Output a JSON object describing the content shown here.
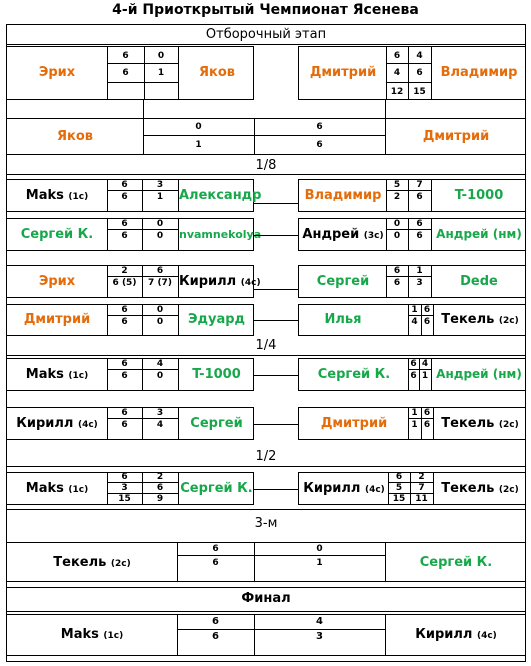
{
  "title": "4-й Приоткрытый Чемпионат Ясенева",
  "rounds": {
    "qual": "Отборочный этап",
    "r16": "1/8",
    "qf": "1/4",
    "sf": "1/2",
    "third": "3-м",
    "final": "Финал"
  },
  "qual": {
    "erikh": "Эрих",
    "yakov": "Яков",
    "dmitry": "Дмитрий",
    "vladimir": "Владимир",
    "m1_s1": "6",
    "m1_s2": "0",
    "m1_s3": "6",
    "m1_s4": "1",
    "m2_s1": "6",
    "m2_s2": "4",
    "m2_s3": "4",
    "m2_s4": "6",
    "m2_s5": "12",
    "m2_s6": "15",
    "p_yakov": "Яков",
    "p_dmitry": "Дмитрий",
    "p_s1": "0",
    "p_s2": "6",
    "p_s3": "1",
    "p_s4": "6"
  },
  "r16": {
    "maks": "Maks",
    "maks_seed": "(1с)",
    "alexandr": "Александр",
    "a_s1": "6",
    "a_s2": "3",
    "a_s3": "6",
    "a_s4": "1",
    "vladimir": "Владимир",
    "t1000": "T-1000",
    "b_s1": "5",
    "b_s2": "7",
    "b_s3": "2",
    "b_s4": "6",
    "sergeyk": "Сергей К.",
    "nvamne": "nvamnekolya",
    "c_s1": "6",
    "c_s2": "0",
    "c_s3": "6",
    "c_s4": "0",
    "andrey": "Андрей",
    "andrey_seed": "(3с)",
    "andrey_nm": "Андрей (нм)",
    "d_s1": "0",
    "d_s2": "6",
    "d_s3": "0",
    "d_s4": "6",
    "erikh": "Эрих",
    "kirill": "Кирилл",
    "kirill_seed": "(4с)",
    "e_s1": "2",
    "e_s2": "6",
    "e_s3": "6 (5)",
    "e_s4": "7 (7)",
    "sergey": "Сергей",
    "dede": "Dede",
    "f_s1": "6",
    "f_s2": "1",
    "f_s3": "6",
    "f_s4": "3",
    "dmitry": "Дмитрий",
    "eduard": "Эдуард",
    "g_s1": "6",
    "g_s2": "0",
    "g_s3": "6",
    "g_s4": "0",
    "ilya": "Илья",
    "tekel": "Текель",
    "tekel_seed": "(2с)",
    "h_s1": "1",
    "h_s2": "6",
    "h_s3": "4",
    "h_s4": "6"
  },
  "qf": {
    "maks": "Maks",
    "maks_seed": "(1с)",
    "t1000": "T-1000",
    "a_s1": "6",
    "a_s2": "4",
    "a_s3": "6",
    "a_s4": "0",
    "sergeyk": "Сергей К.",
    "andrey_nm": "Андрей (нм)",
    "b_s1": "6",
    "b_s2": "4",
    "b_s3": "6",
    "b_s4": "1",
    "kirill": "Кирилл",
    "kirill_seed": "(4с)",
    "sergey": "Сергей",
    "c_s1": "6",
    "c_s2": "3",
    "c_s3": "6",
    "c_s4": "4",
    "dmitry": "Дмитрий",
    "tekel": "Текель",
    "tekel_seed": "(2с)",
    "d_s1": "1",
    "d_s2": "6",
    "d_s3": "1",
    "d_s4": "6"
  },
  "sf": {
    "maks": "Maks",
    "maks_seed": "(1с)",
    "sergeyk": "Сергей К.",
    "a_s1": "6",
    "a_s2": "2",
    "a_s3": "3",
    "a_s4": "6",
    "a_s5": "15",
    "a_s6": "9",
    "kirill": "Кирилл",
    "kirill_seed": "(4с)",
    "tekel": "Текель",
    "tekel_seed": "(2с)",
    "b_s1": "6",
    "b_s2": "2",
    "b_s3": "5",
    "b_s4": "7",
    "b_s5": "15",
    "b_s6": "11"
  },
  "third": {
    "tekel": "Текель",
    "tekel_seed": "(2с)",
    "sergeyk": "Сергей К.",
    "s1": "6",
    "s2": "0",
    "s3": "6",
    "s4": "1"
  },
  "final": {
    "maks": "Maks",
    "maks_seed": "(1с)",
    "kirill": "Кирилл",
    "kirill_seed": "(4с)",
    "s1": "6",
    "s2": "4",
    "s3": "6",
    "s4": "3"
  }
}
